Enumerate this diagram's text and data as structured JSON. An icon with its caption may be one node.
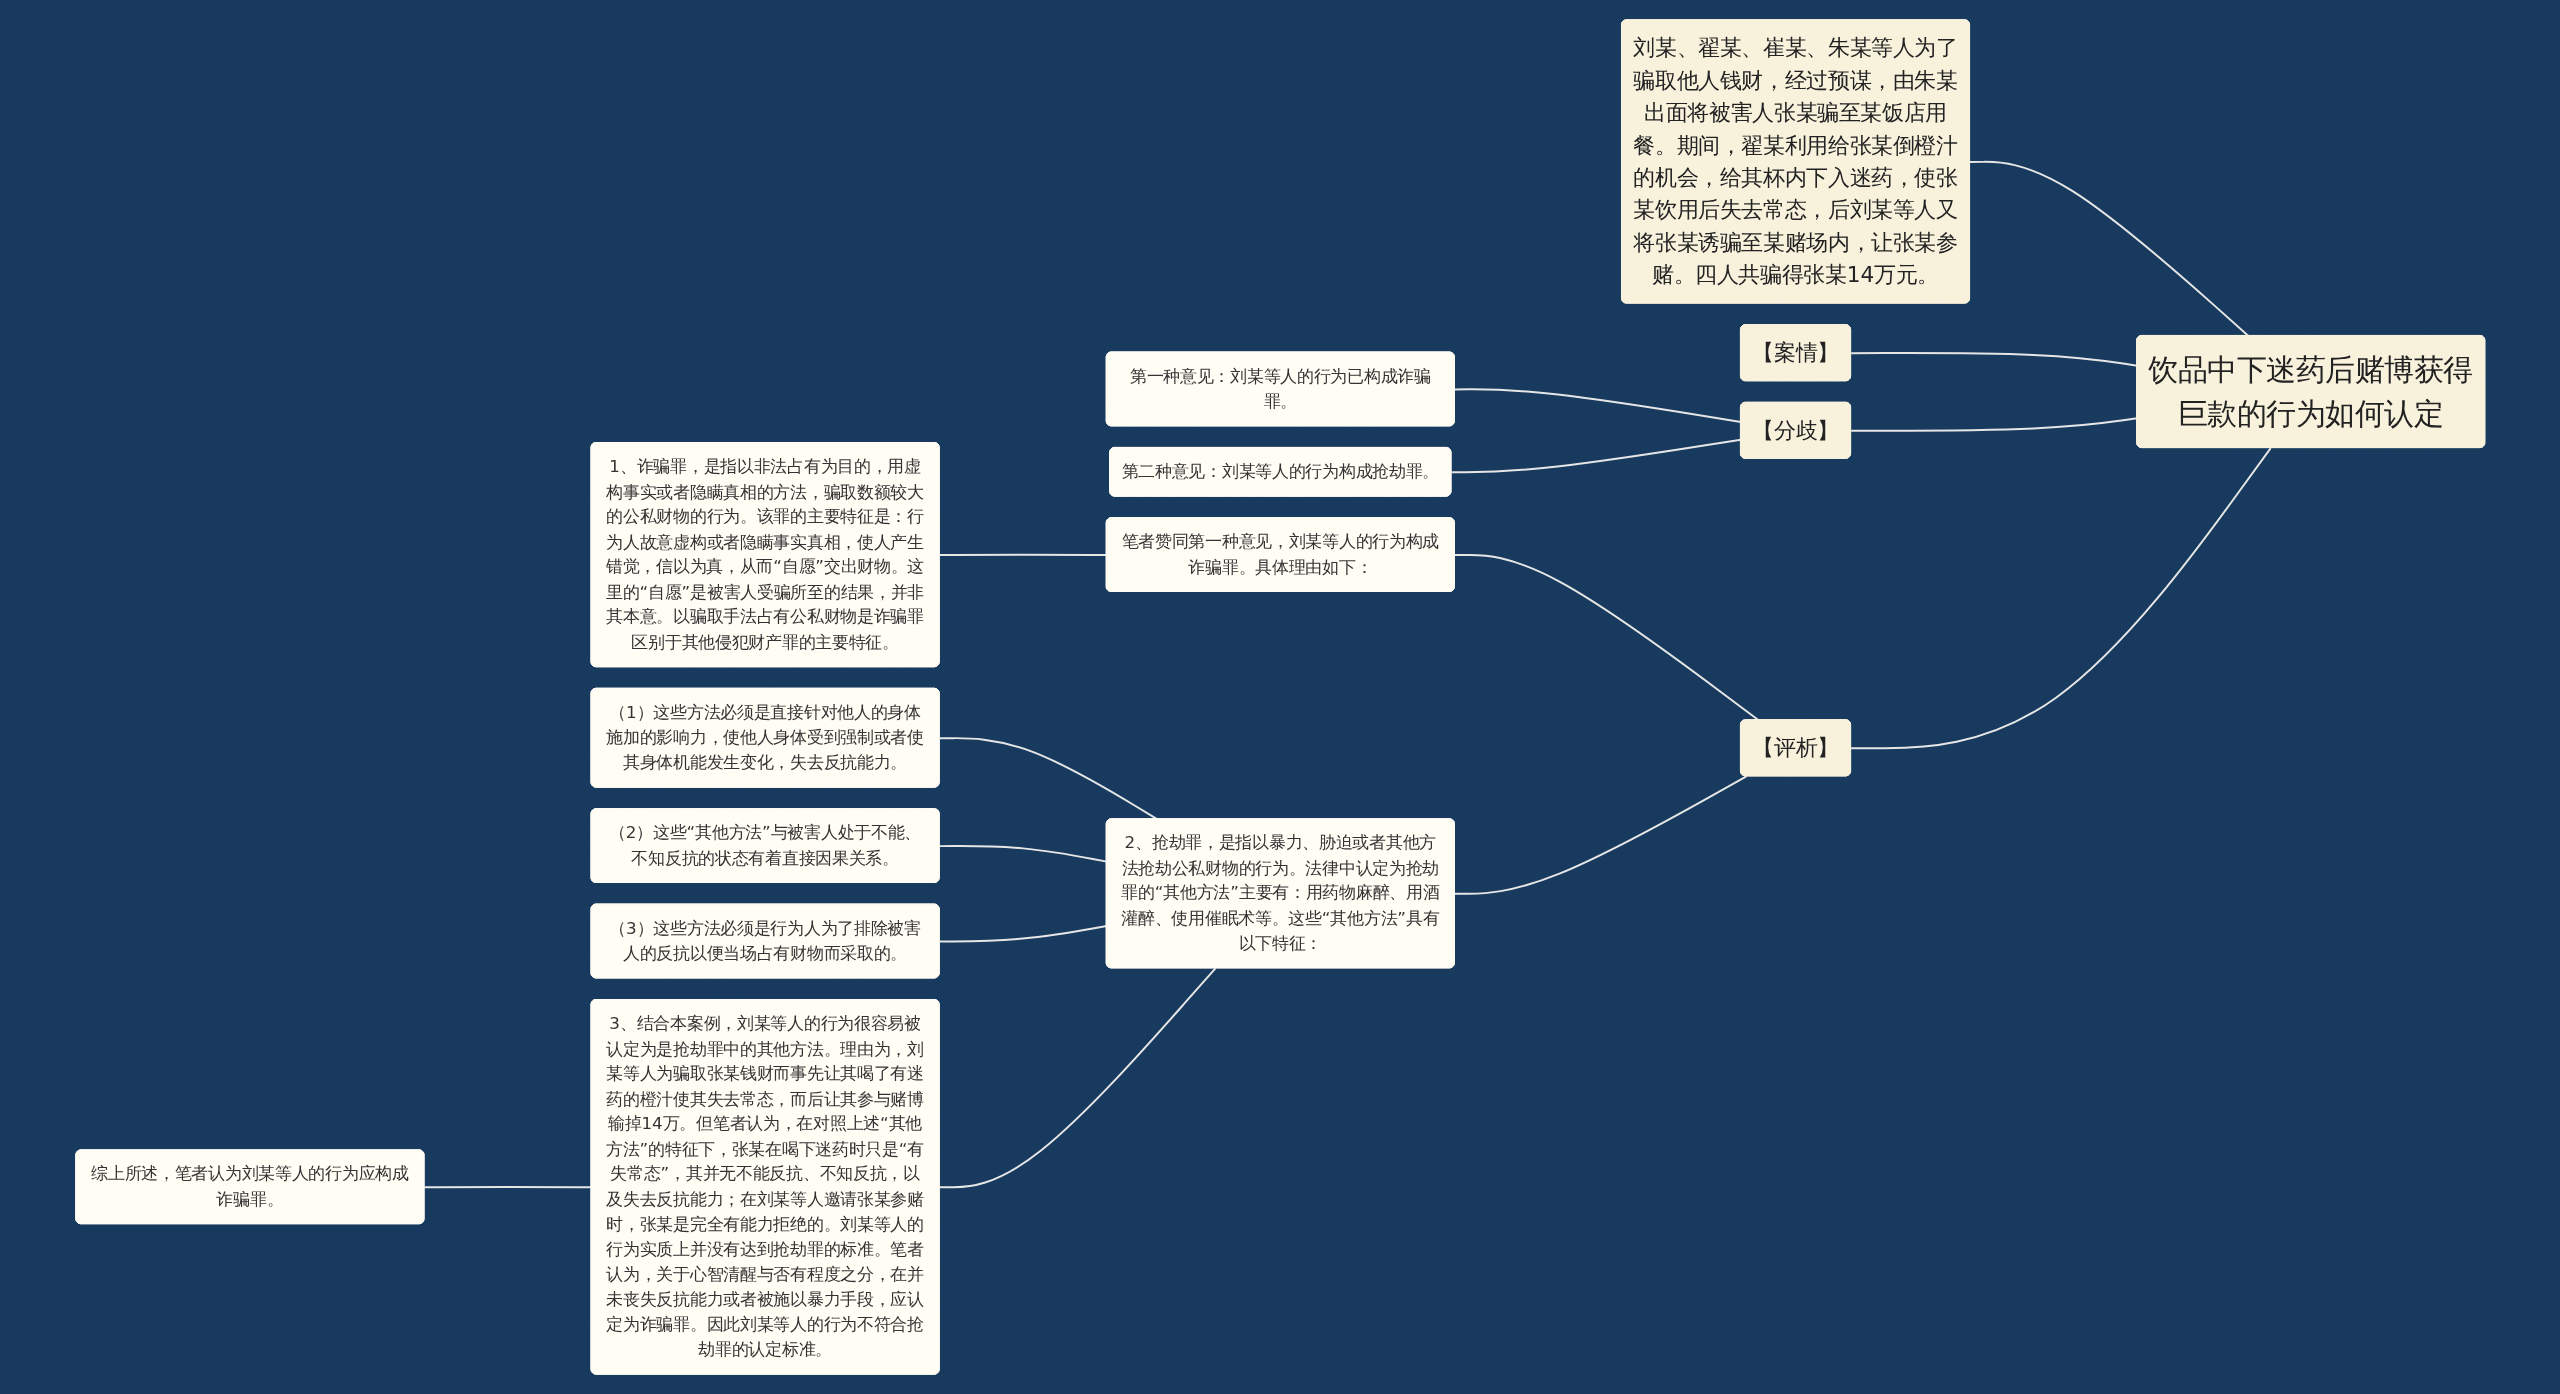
{
  "diagram": {
    "nodes": [
      {
        "text": [
          "饮品中下迷药后赌博获得巨款的行为如何认定"
        ]
      },
      {
        "text": [
          "【案情】"
        ]
      },
      {
        "text": [
          "【分歧】"
        ]
      },
      {
        "text": [
          "第一种意见：刘某等人的行为已构成诈骗罪。"
        ]
      },
      {
        "text": [
          "第二种意见：刘某等人的行为构成抢劫罪。"
        ]
      },
      {
        "text": [
          "刘某、翟某、崔某、朱某等人为了骗取他人钱财，经过预谋，由朱某出面将被害人张某骗至某饭店用餐。期间，翟某利用给张某倒橙汁的机会，给其杯内下入迷药，使张某饮用后失去常态，后刘某等人又将张某诱骗至某赌场内，让张某参赌。四人共骗得张某14万元。"
        ]
      },
      {
        "text": [
          "【评析】"
        ]
      },
      {
        "text": [
          "笔者赞同第一种意见，刘某等人的行为构成诈骗罪。具体理由如下："
        ]
      },
      {
        "text": [
          "1、诈骗罪，是指以非法占有为目的，用虚构事实或者隐瞒真相的方法，骗取数额较大的公私财物的行为。该罪的主要特征是：行为人故意虚构或者隐瞒事实真相，使人产生错觉，信以为真，从而“自愿”交出财物。这里的“自愿”是被害人受骗所至的结果，并非其本意。以骗取手法占有公私财物是诈骗罪区别于其他侵犯财产罪的主要特征。"
        ]
      },
      {
        "text": [
          "2、抢劫罪，是指以暴力、胁迫或者其他方法抢劫公私财物的行为。法律中认定为抢劫罪的“其他方法”主要有：用药物麻醉、用酒灌醉、使用催眠术等。这些“其他方法”具有以下特征："
        ]
      },
      {
        "text": [
          "（1）这些方法必须是直接针对他人的身体施加的影响力，使他人身体受到强制或者使其身体机能发生变化，失去反抗能力。"
        ]
      },
      {
        "text": [
          "（2）这些“其他方法”与被害人处于不能、不知反抗的状态有着直接因果关系。"
        ]
      },
      {
        "text": [
          "（3）这些方法必须是行为人为了排除被害人的反抗以便当场占有财物而采取的。"
        ]
      },
      {
        "text": [
          "3、结合本案例，刘某等人的行为很容易被认定为是抢劫罪中的其他方法。理由为，刘某等人为骗取张某钱财而事先让其喝了有迷药的橙汁使其失去常态，而后让其参与赌博输掉14万。但笔者认为，在对照上述“其他方法”的特征下，张某在喝下迷药时只是“有失常态”，其并无不能反抗、不知反抗，以及失去反抗能力；在刘某等人邀请张某参赌时，张某是完全有能力拒绝的。刘某等人的行为实质上并没有达到抢劫罪的标准。笔者认为，关于心智清醒与否有程度之分，在并未丧失反抗能力或者被施以暴力手段，应认定为诈骗罪。因此刘某等人的行为不符合抢劫罪的认定标准。"
        ]
      },
      {
        "text": [
          "综上所述，笔者认为刘某等人的行为应构成诈骗罪。"
        ]
      }
    ],
    "edges": [
      {
        "from": 0,
        "to": 1,
        "arrow": "none"
      },
      {
        "from": 0,
        "to": 2,
        "arrow": "none"
      },
      {
        "from": 2,
        "to": 3,
        "arrow": "none"
      },
      {
        "from": 2,
        "to": 4,
        "arrow": "none"
      },
      {
        "from": 0,
        "to": 5,
        "arrow": "none"
      },
      {
        "from": 0,
        "to": 6,
        "arrow": "none"
      },
      {
        "from": 6,
        "to": 7,
        "arrow": "none"
      },
      {
        "from": 7,
        "to": 8,
        "arrow": "none"
      },
      {
        "from": 6,
        "to": 9,
        "arrow": "none"
      },
      {
        "from": 9,
        "to": 10,
        "arrow": "none"
      },
      {
        "from": 9,
        "to": 11,
        "arrow": "none"
      },
      {
        "from": 9,
        "to": 12,
        "arrow": "none"
      },
      {
        "from": 9,
        "to": 13,
        "arrow": "none"
      },
      {
        "from": 13,
        "to": 14,
        "arrow": "none"
      }
    ]
  }
}
